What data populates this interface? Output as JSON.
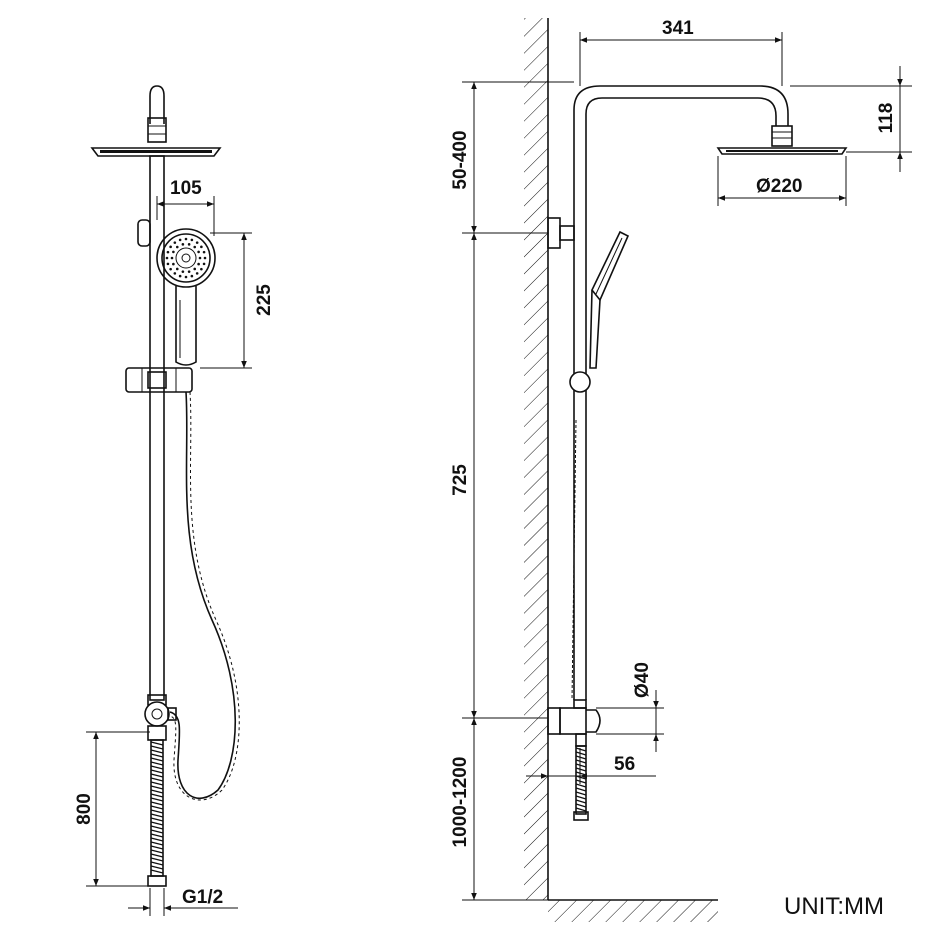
{
  "diagram": {
    "front_view": {
      "dim_handshower_offset": "105",
      "dim_handshower_height": "225",
      "dim_inlet_height": "800",
      "dim_thread": "G1/2"
    },
    "side_view": {
      "dim_arm_reach": "341",
      "dim_head_drop": "118",
      "dim_head_diameter": "Ø220",
      "dim_top_adjust": "50-400",
      "dim_rail_length": "725",
      "dim_valve_diameter": "Ø40",
      "dim_valve_depth": "56",
      "dim_floor_height": "1000-1200"
    },
    "unit_label": "UNIT:MM"
  }
}
